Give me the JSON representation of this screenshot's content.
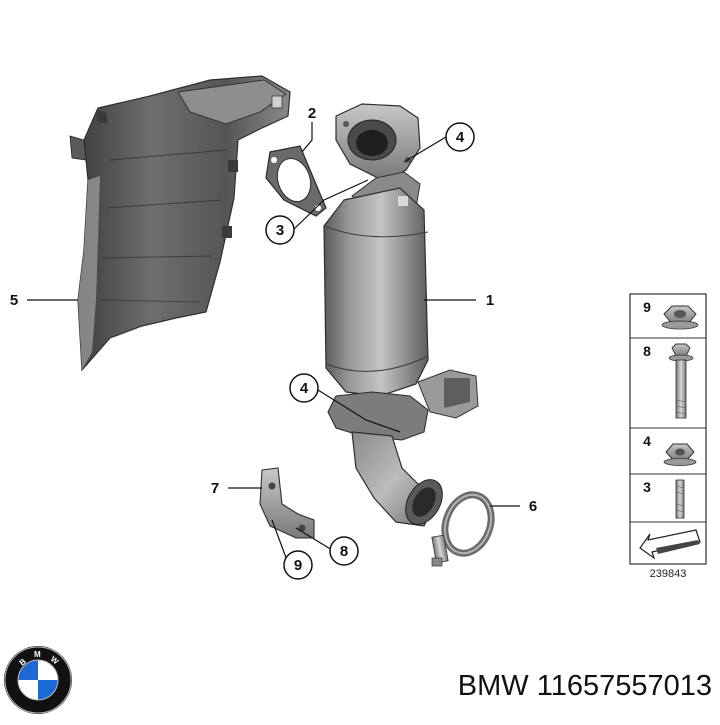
{
  "callouts": {
    "c1": "1",
    "c2": "2",
    "c3": "3",
    "c4_top": "4",
    "c4_mid": "4",
    "c5": "5",
    "c6": "6",
    "c7": "7",
    "c8": "8",
    "c9": "9"
  },
  "legend": {
    "rows": [
      "9",
      "8",
      "4",
      "3"
    ]
  },
  "diagram_ref": "239843",
  "footer": {
    "part_label": "BMW 11657557013",
    "logo_letters": "BMW"
  },
  "colors": {
    "part_dark": "#4a4a4a",
    "part_mid": "#7a7a7a",
    "part_light": "#b4b4b4",
    "logo_blue": "#1c69d4"
  }
}
